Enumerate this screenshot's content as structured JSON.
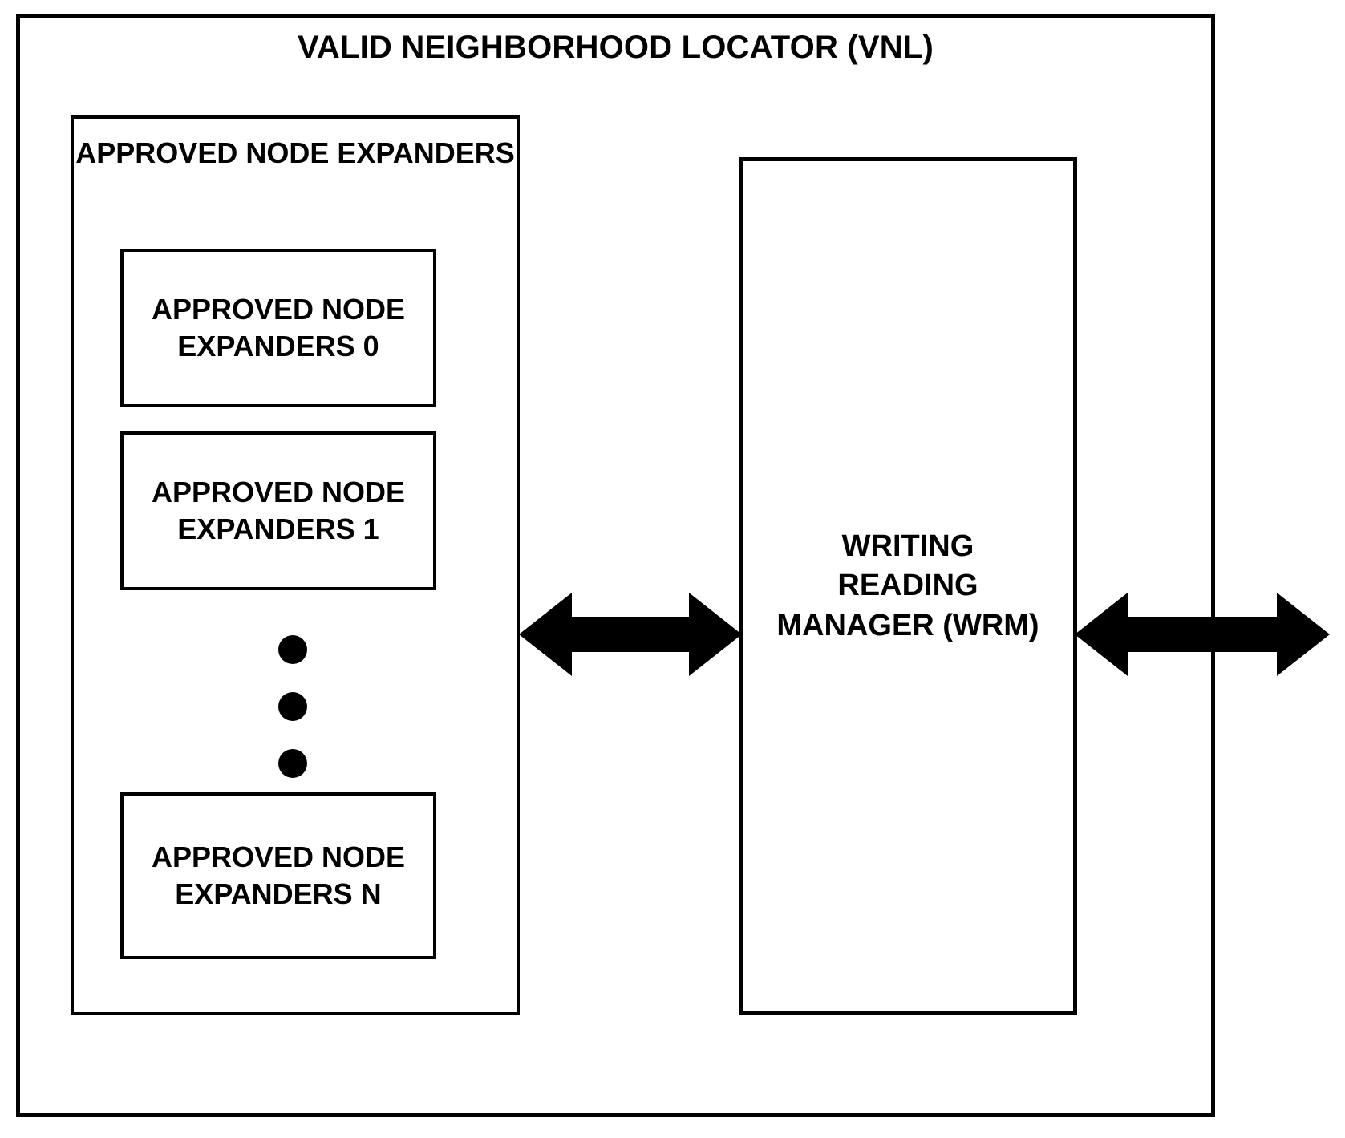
{
  "diagram": {
    "title": "VALID NEIGHBORHOOD LOCATOR (VNL)",
    "outer_block": {
      "name": "VALID NEIGHBORHOOD LOCATOR (VNL)",
      "abbreviation": "VNL"
    },
    "ane_group": {
      "title": "APPROVED NODE EXPANDERS",
      "items": [
        {
          "label": "APPROVED NODE EXPANDERS 0",
          "index": "0"
        },
        {
          "label": "APPROVED NODE EXPANDERS 1",
          "index": "1"
        },
        {
          "label": "APPROVED NODE EXPANDERS N",
          "index": "N"
        }
      ],
      "ellipsis": "vertical-dots-three"
    },
    "wrm_block": {
      "label": "WRITING\nREADING\nMANAGER (WRM)",
      "line1": "WRITING",
      "line2": "READING",
      "line3": "MANAGER (WRM)",
      "abbreviation": "WRM"
    },
    "connectors": [
      {
        "id": "ane-to-wrm",
        "style": "double-headed-arrow",
        "direction": "bidirectional",
        "from": "APPROVED NODE EXPANDERS",
        "to": "WRITING READING MANAGER (WRM)"
      },
      {
        "id": "wrm-to-external",
        "style": "double-headed-arrow",
        "direction": "bidirectional",
        "from": "WRITING READING MANAGER (WRM)",
        "to": "external"
      }
    ],
    "colors": {
      "stroke": "#000000",
      "fill": "#ffffff",
      "text": "#000000"
    }
  }
}
